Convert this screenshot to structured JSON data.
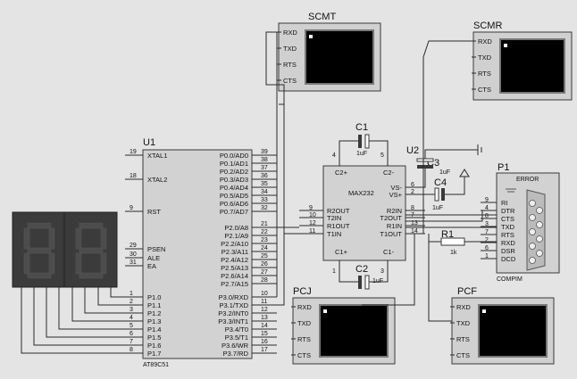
{
  "mcu": {
    "ref": "U1",
    "part": "AT89C51",
    "left_pins": [
      {
        "num": "19",
        "name": "XTAL1"
      },
      {
        "num": "18",
        "name": "XTAL2"
      },
      {
        "num": "9",
        "name": "RST"
      },
      {
        "num": "29",
        "name": "PSEN"
      },
      {
        "num": "30",
        "name": "ALE"
      },
      {
        "num": "31",
        "name": "EA"
      },
      {
        "num": "1",
        "name": "P1.0"
      },
      {
        "num": "2",
        "name": "P1.1"
      },
      {
        "num": "3",
        "name": "P1.2"
      },
      {
        "num": "4",
        "name": "P1.3"
      },
      {
        "num": "5",
        "name": "P1.4"
      },
      {
        "num": "6",
        "name": "P1.5"
      },
      {
        "num": "7",
        "name": "P1.6"
      },
      {
        "num": "8",
        "name": "P1.7"
      }
    ],
    "right_pins": [
      {
        "num": "39",
        "name": "P0.0/AD0"
      },
      {
        "num": "38",
        "name": "P0.1/AD1"
      },
      {
        "num": "37",
        "name": "P0.2/AD2"
      },
      {
        "num": "36",
        "name": "P0.3/AD3"
      },
      {
        "num": "35",
        "name": "P0.4/AD4"
      },
      {
        "num": "34",
        "name": "P0.5/AD5"
      },
      {
        "num": "33",
        "name": "P0.6/AD6"
      },
      {
        "num": "32",
        "name": "P0.7/AD7"
      },
      {
        "num": "21",
        "name": "P2.0/A8"
      },
      {
        "num": "22",
        "name": "P2.1/A9"
      },
      {
        "num": "23",
        "name": "P2.2/A10"
      },
      {
        "num": "24",
        "name": "P2.3/A11"
      },
      {
        "num": "25",
        "name": "P2.4/A12"
      },
      {
        "num": "26",
        "name": "P2.5/A13"
      },
      {
        "num": "27",
        "name": "P2.6/A14"
      },
      {
        "num": "28",
        "name": "P2.7/A15"
      },
      {
        "num": "10",
        "name": "P3.0/RXD"
      },
      {
        "num": "11",
        "name": "P3.1/TXD"
      },
      {
        "num": "12",
        "name": "P3.2/INT0"
      },
      {
        "num": "13",
        "name": "P3.3/INT1"
      },
      {
        "num": "14",
        "name": "P3.4/T0"
      },
      {
        "num": "15",
        "name": "P3.5/T1"
      },
      {
        "num": "16",
        "name": "P3.6/WR"
      },
      {
        "num": "17",
        "name": "P3.7/RD"
      }
    ]
  },
  "max232": {
    "ref": "U2",
    "part": "MAX232",
    "pins": [
      {
        "num": "4",
        "name": "C2+"
      },
      {
        "num": "5",
        "name": "C2-"
      },
      {
        "num": "9",
        "name": "R2OUT"
      },
      {
        "num": "10",
        "name": "T2IN"
      },
      {
        "num": "12",
        "name": "R1OUT"
      },
      {
        "num": "11",
        "name": "T1IN"
      },
      {
        "num": "6",
        "name": "VS-"
      },
      {
        "num": "2",
        "name": "VS+"
      },
      {
        "num": "8",
        "name": "R2IN"
      },
      {
        "num": "7",
        "name": "T2OUT"
      },
      {
        "num": "13",
        "name": "R1IN"
      },
      {
        "num": "14",
        "name": "T1OUT"
      },
      {
        "num": "1",
        "name": "C1+"
      },
      {
        "num": "3",
        "name": "C1-"
      }
    ]
  },
  "capacitors": [
    {
      "ref": "C1",
      "value": "1uF"
    },
    {
      "ref": "C2",
      "value": "1uF"
    },
    {
      "ref": "C3",
      "value": "1uF"
    },
    {
      "ref": "C4",
      "value": "1uF"
    }
  ],
  "resistor": {
    "ref": "R1",
    "value": "1k"
  },
  "connector": {
    "ref": "P1",
    "name": "COMPIM",
    "error": "ERROR",
    "pins": [
      {
        "num": "9",
        "name": "RI"
      },
      {
        "num": "4",
        "name": "DTR"
      },
      {
        "num": "8",
        "name": "CTS"
      },
      {
        "num": "3",
        "name": "TXD"
      },
      {
        "num": "7",
        "name": "RTS"
      },
      {
        "num": "2",
        "name": "RXD"
      },
      {
        "num": "6",
        "name": "DSR"
      },
      {
        "num": "1",
        "name": "DCD"
      }
    ]
  },
  "terminals": [
    {
      "id": "scmt",
      "title": "SCMT",
      "pins": [
        "RXD",
        "TXD",
        "RTS",
        "CTS"
      ]
    },
    {
      "id": "scmr",
      "title": "SCMR",
      "pins": [
        "RXD",
        "TXD",
        "RTS",
        "CTS"
      ]
    },
    {
      "id": "pcj",
      "title": "PCJ",
      "pins": [
        "RXD",
        "TXD",
        "RTS",
        "CTS"
      ]
    },
    {
      "id": "pcf",
      "title": "PCF",
      "pins": [
        "RXD",
        "TXD",
        "RTS",
        "CTS"
      ]
    }
  ],
  "colors": {
    "background": "#e4e4e4",
    "chip_fill": "#d2d2d2",
    "wire": "#2a2a2a",
    "display_bg": "#3b3b3b",
    "display_segment": "#4a4a4a",
    "terminal_screen": "#000000"
  }
}
